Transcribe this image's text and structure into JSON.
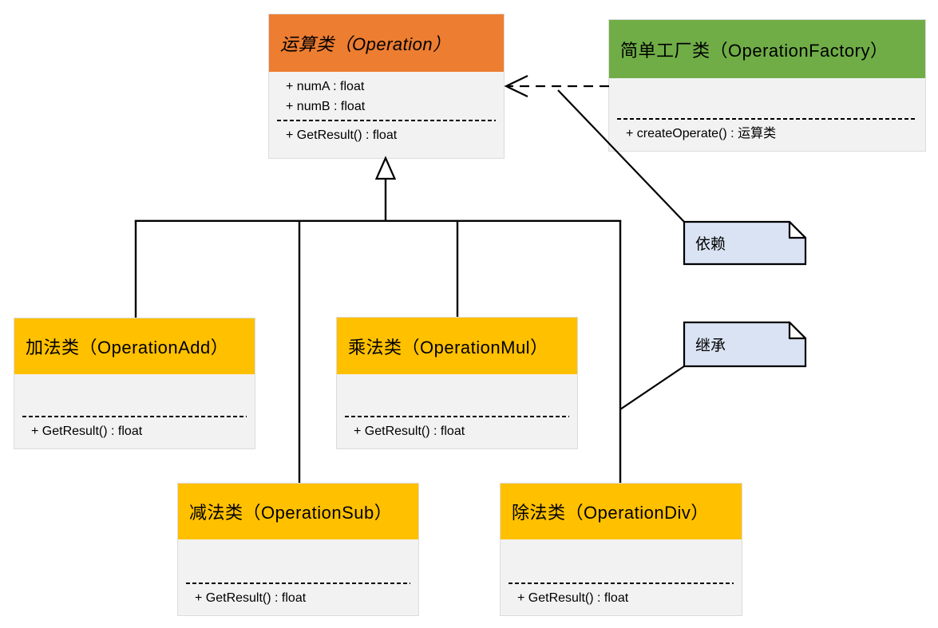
{
  "classes": [
    {
      "name": "Operation",
      "title": "运算类（Operation）",
      "attributes": [
        "+ numA : float",
        "+ numB : float"
      ],
      "methods": [
        "+ GetResult() : float"
      ],
      "header_color": "#ED7D31",
      "title_style": "italic"
    },
    {
      "name": "OperationFactory",
      "title": "简单工厂类（OperationFactory）",
      "attributes": [],
      "methods": [
        "+ createOperate() : 运算类"
      ],
      "header_color": "#70AD47"
    },
    {
      "name": "OperationAdd",
      "title": "加法类（OperationAdd）",
      "attributes": [],
      "methods": [
        "+ GetResult() : float"
      ],
      "header_color": "#FFC000"
    },
    {
      "name": "OperationMul",
      "title": "乘法类（OperationMul）",
      "attributes": [],
      "methods": [
        "+ GetResult() : float"
      ],
      "header_color": "#FFC000"
    },
    {
      "name": "OperationSub",
      "title": "减法类（OperationSub）",
      "attributes": [],
      "methods": [
        "+ GetResult() : float"
      ],
      "header_color": "#FFC000"
    },
    {
      "name": "OperationDiv",
      "title": "除法类（OperationDiv）",
      "attributes": [],
      "methods": [
        "+ GetResult() : float"
      ],
      "header_color": "#FFC000"
    }
  ],
  "notes": [
    {
      "label": "依赖",
      "attached_to": "dependency-arrow"
    },
    {
      "label": "继承",
      "attached_to": "inheritance-line"
    }
  ],
  "relationships": [
    {
      "type": "dependency",
      "from": "简单工厂类（OperationFactory）",
      "to": "运算类（Operation）",
      "style": "dashed-open-arrow"
    },
    {
      "type": "inheritance",
      "from": [
        "加法类（OperationAdd）",
        "乘法类（OperationMul）",
        "减法类（OperationSub）",
        "除法类（OperationDiv）"
      ],
      "to": "运算类（Operation）",
      "style": "solid-hollow-triangle"
    }
  ],
  "colors": {
    "orange": "#ED7D31",
    "green": "#70AD47",
    "gold": "#FFC000",
    "body": "#F2F2F2",
    "note": "#DAE3F3",
    "line": "#000000"
  }
}
